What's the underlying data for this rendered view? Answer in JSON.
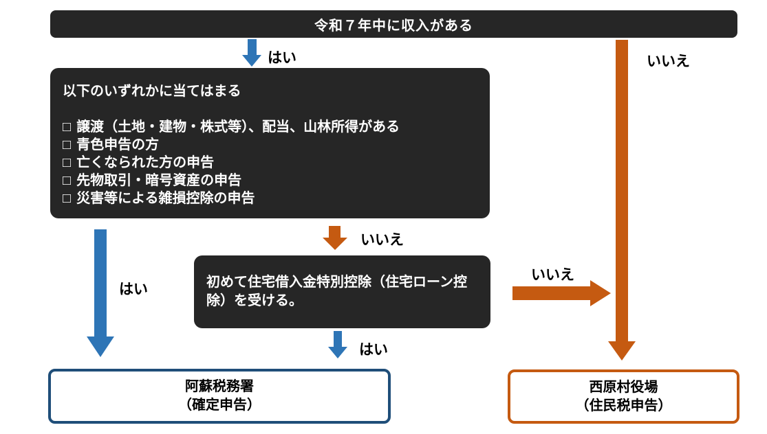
{
  "colors": {
    "canvas_bg": "#ffffff",
    "node_bg": "#262626",
    "node_text": "#ffffff",
    "yes_blue": "#2E75B6",
    "no_orange": "#C55A11",
    "tax_office_border": "#1F4E79",
    "village_office_border": "#C55A11",
    "label_text": "#000000"
  },
  "flow": {
    "start_node": {
      "label": "令和７年中に収入がある"
    },
    "checklist_node": {
      "title": "以下のいずれかに当てはまる",
      "checkbox_glyph": "□",
      "items": [
        "譲渡（土地・建物・株式等）、配当、山林所得がある",
        "青色申告の方",
        "亡くなられた方の申告",
        "先物取引・暗号資産の申告",
        "災害等による雑損控除の申告"
      ]
    },
    "loan_node": {
      "label": "初めて住宅借入金特別控除（住宅ローン控除）を受ける。"
    },
    "tax_office_node": {
      "name": "阿蘇税務署",
      "note": "（確定申告）"
    },
    "village_office_node": {
      "name": "西原村役場",
      "note": "（住民税申告）"
    },
    "edges": {
      "start_yes": "はい",
      "start_no": "いいえ",
      "checklist_yes": "はい",
      "checklist_no": "いいえ",
      "loan_yes": "はい",
      "loan_no": "いいえ"
    }
  }
}
